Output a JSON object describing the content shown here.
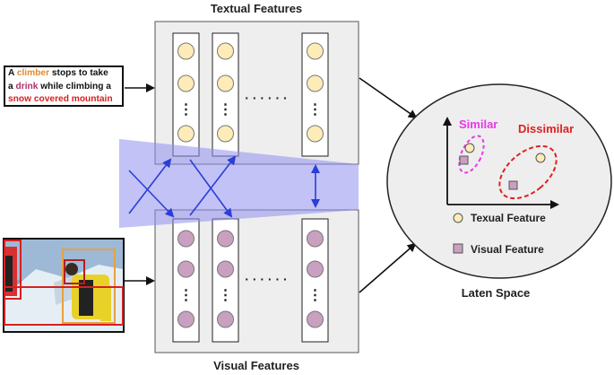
{
  "titles": {
    "textual": "Textual  Features",
    "visual": "Visual  Features",
    "latent": "Laten Space"
  },
  "caption": {
    "line1_a": "A ",
    "line1_b": "climber",
    "line1_c": " stops to take",
    "line2_a": "a ",
    "line2_b": "drink",
    "line2_c": " while climbing a",
    "line3": "snow covered mountain"
  },
  "latent": {
    "similar": "Similar",
    "dissimilar": "Dissimilar",
    "legend_text": "Texual Feature",
    "legend_visual": "Visual Feature"
  },
  "colors": {
    "text_node": "#fdebb8",
    "visual_node": "#c9a0c0",
    "panel_bg": "#eeeeee",
    "blue_band": "#8f8ff0",
    "similar": "#e838e8",
    "dissimilar": "#e02020",
    "arrow_blue": "#2a3fd6"
  },
  "icons": [
    "dots-ellipsis-icon",
    "arrow-icon",
    "climber-photo"
  ]
}
